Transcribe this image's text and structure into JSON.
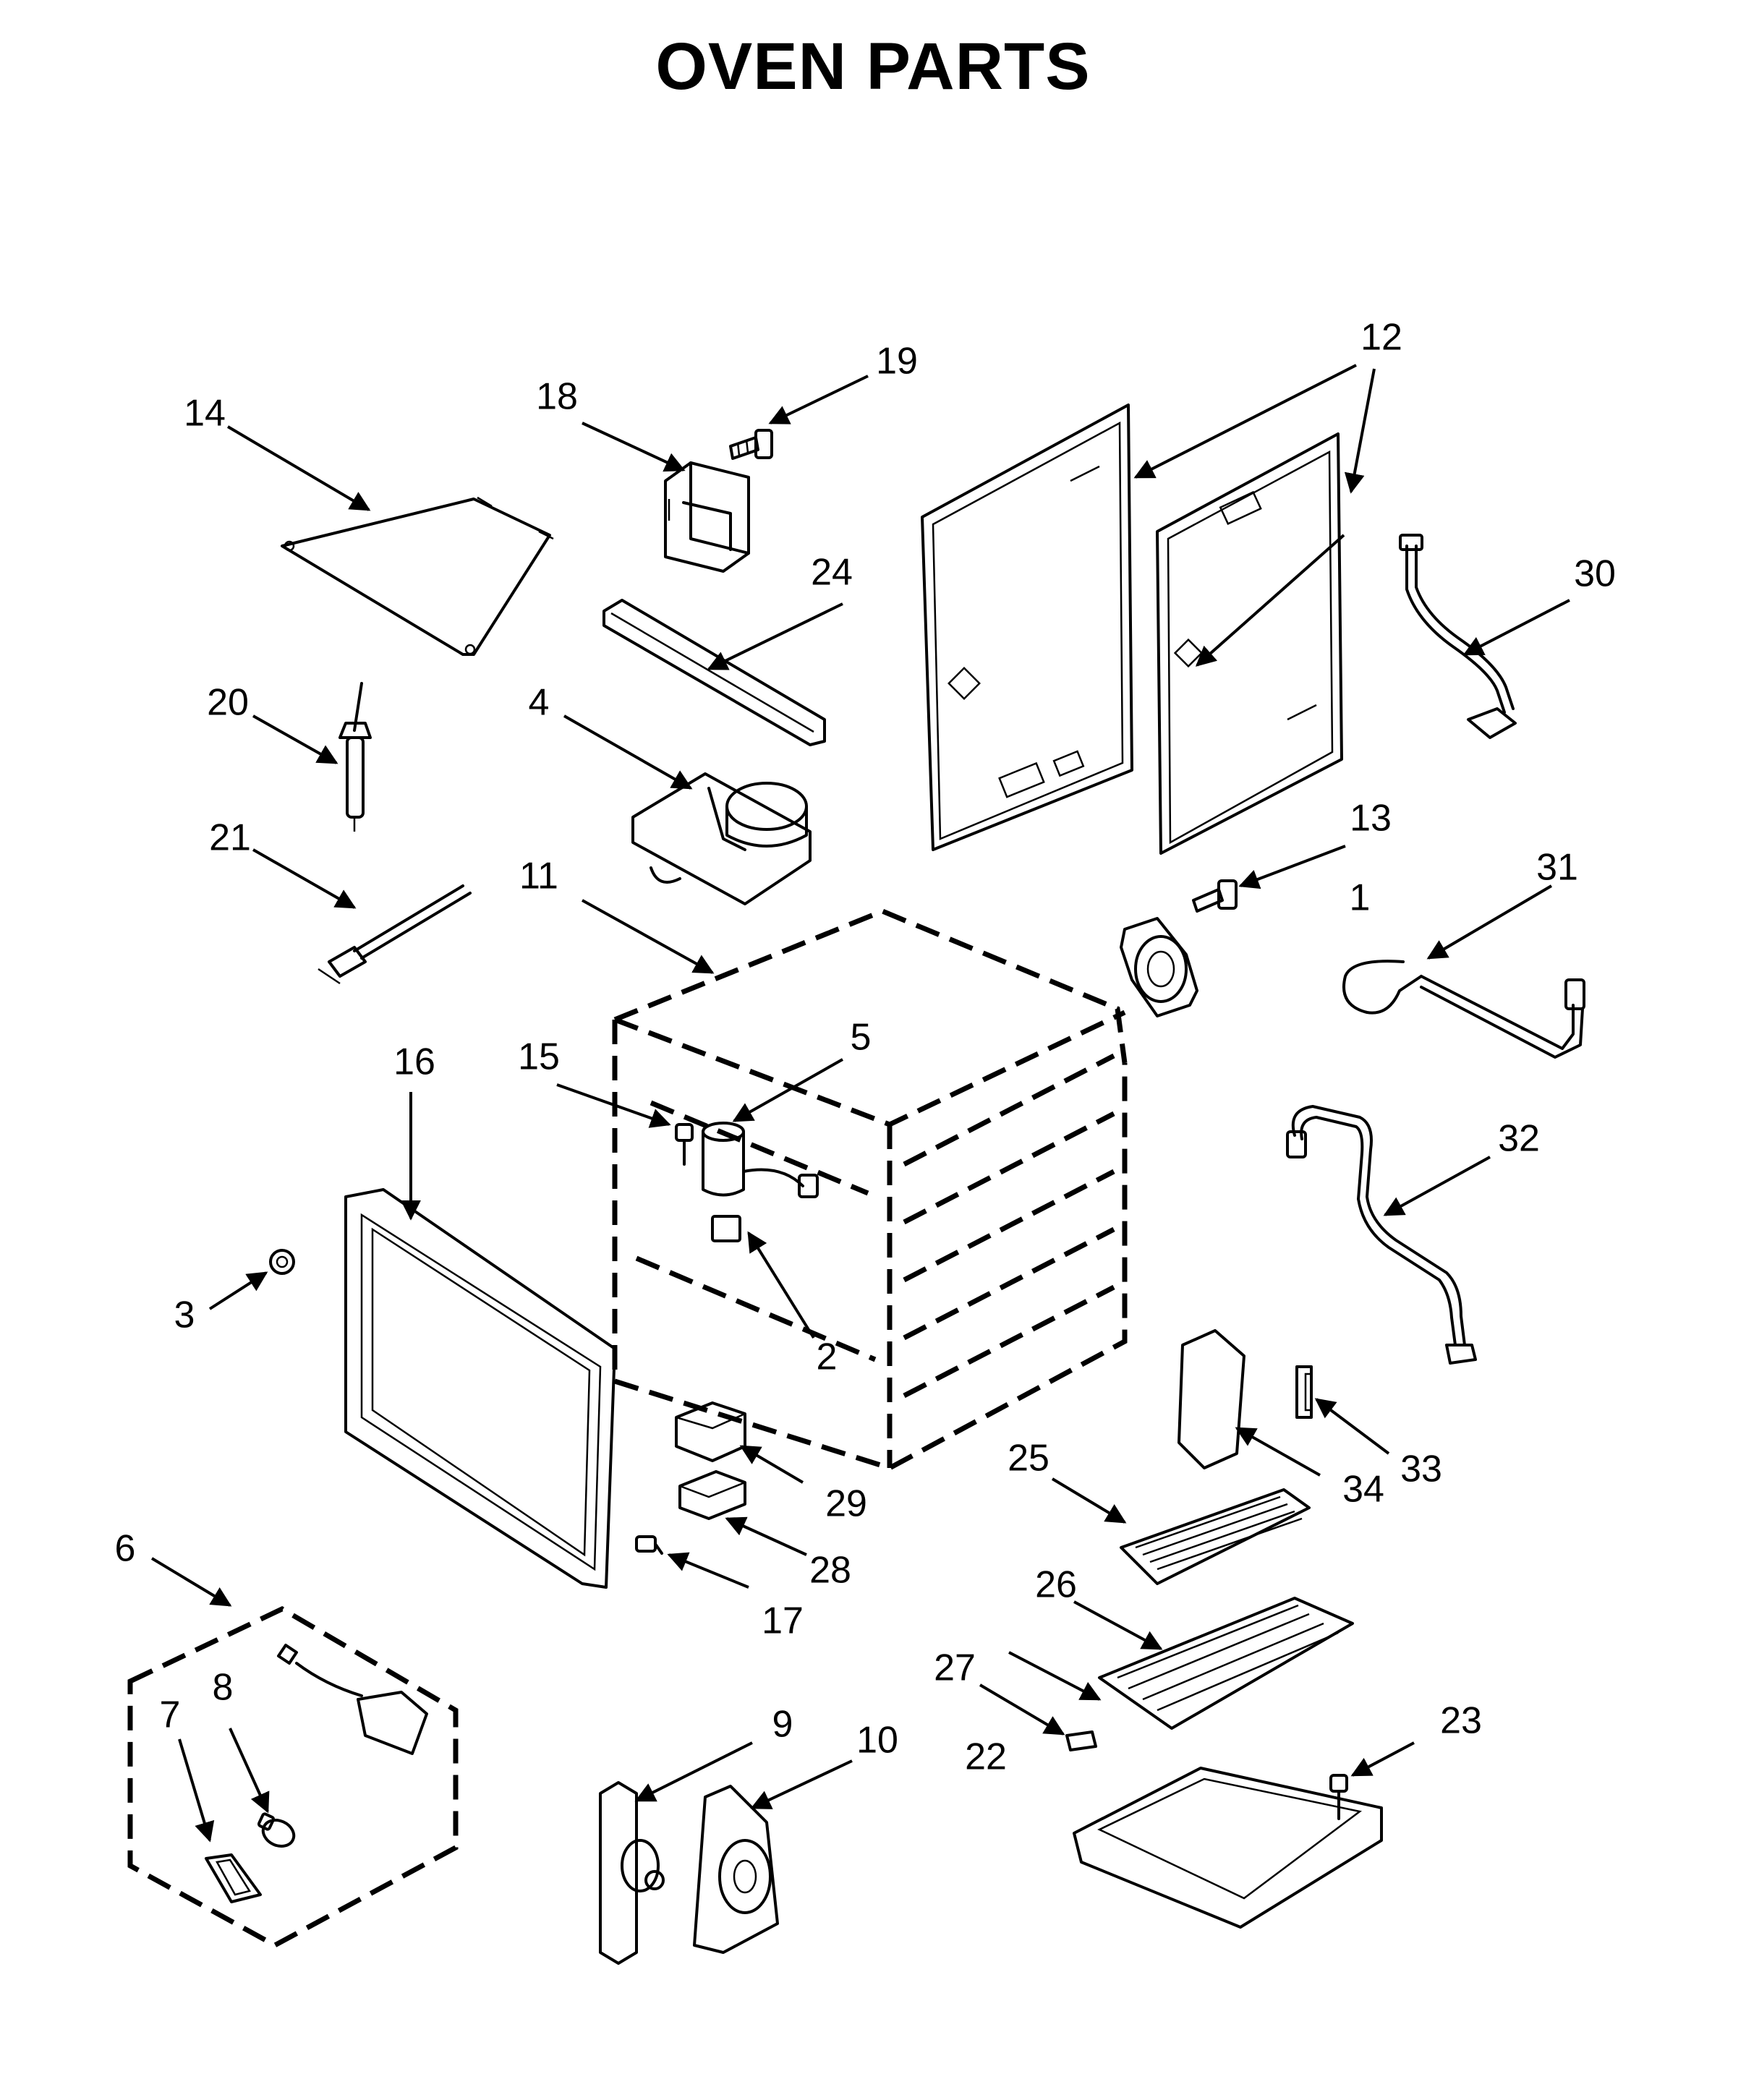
{
  "title": "OVEN PARTS",
  "callouts": [
    {
      "id": "1",
      "label": "1"
    },
    {
      "id": "2",
      "label": "2"
    },
    {
      "id": "3",
      "label": "3"
    },
    {
      "id": "4",
      "label": "4"
    },
    {
      "id": "5",
      "label": "5"
    },
    {
      "id": "6",
      "label": "6"
    },
    {
      "id": "7",
      "label": "7"
    },
    {
      "id": "8",
      "label": "8"
    },
    {
      "id": "9",
      "label": "9"
    },
    {
      "id": "10",
      "label": "10"
    },
    {
      "id": "11",
      "label": "11"
    },
    {
      "id": "12",
      "label": "12"
    },
    {
      "id": "13",
      "label": "13"
    },
    {
      "id": "14",
      "label": "14"
    },
    {
      "id": "15",
      "label": "15"
    },
    {
      "id": "16",
      "label": "16"
    },
    {
      "id": "17",
      "label": "17"
    },
    {
      "id": "18",
      "label": "18"
    },
    {
      "id": "19",
      "label": "19"
    },
    {
      "id": "20",
      "label": "20"
    },
    {
      "id": "21",
      "label": "21"
    },
    {
      "id": "22",
      "label": "22"
    },
    {
      "id": "23",
      "label": "23"
    },
    {
      "id": "24",
      "label": "24"
    },
    {
      "id": "25",
      "label": "25"
    },
    {
      "id": "26",
      "label": "26"
    },
    {
      "id": "27",
      "label": "27"
    },
    {
      "id": "28",
      "label": "28"
    },
    {
      "id": "29",
      "label": "29"
    },
    {
      "id": "30",
      "label": "30"
    },
    {
      "id": "31",
      "label": "31"
    },
    {
      "id": "32",
      "label": "32"
    },
    {
      "id": "33",
      "label": "33"
    },
    {
      "id": "34",
      "label": "34"
    }
  ]
}
